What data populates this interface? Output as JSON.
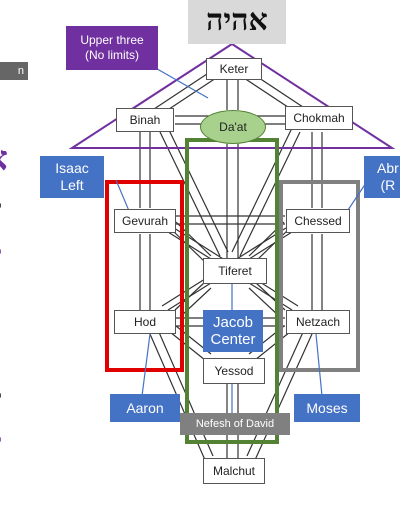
{
  "colors": {
    "purple": "#7030a0",
    "blue": "#4472c4",
    "red": "#e00000",
    "green": "#548235",
    "gray": "#808080",
    "daat_fill": "#a9d18e"
  },
  "title_hebrew": "אהיה",
  "upper_three_label": "Upper three\n(No limits)",
  "sefirot": {
    "keter": "Keter",
    "binah": "Binah",
    "daat": "Da'at",
    "chokmah": "Chokmah",
    "gevurah": "Gevurah",
    "chessed": "Chessed",
    "tiferet": "Tiferet",
    "hod": "Hod",
    "netzach": "Netzach",
    "yessod": "Yessod",
    "malchut": "Malchut"
  },
  "callouts": {
    "isaac": "Isaac\nLeft",
    "abraham": "Abr\n(R",
    "jacob": "Jacob\nCenter",
    "aaron": "Aaron",
    "moses": "Moses",
    "nefesh": "Nefesh of David"
  },
  "left_edge": {
    "tab": "n",
    "glyphs": [
      "י",
      "א",
      "ד",
      "ד",
      "י",
      "ד",
      "ד"
    ]
  }
}
